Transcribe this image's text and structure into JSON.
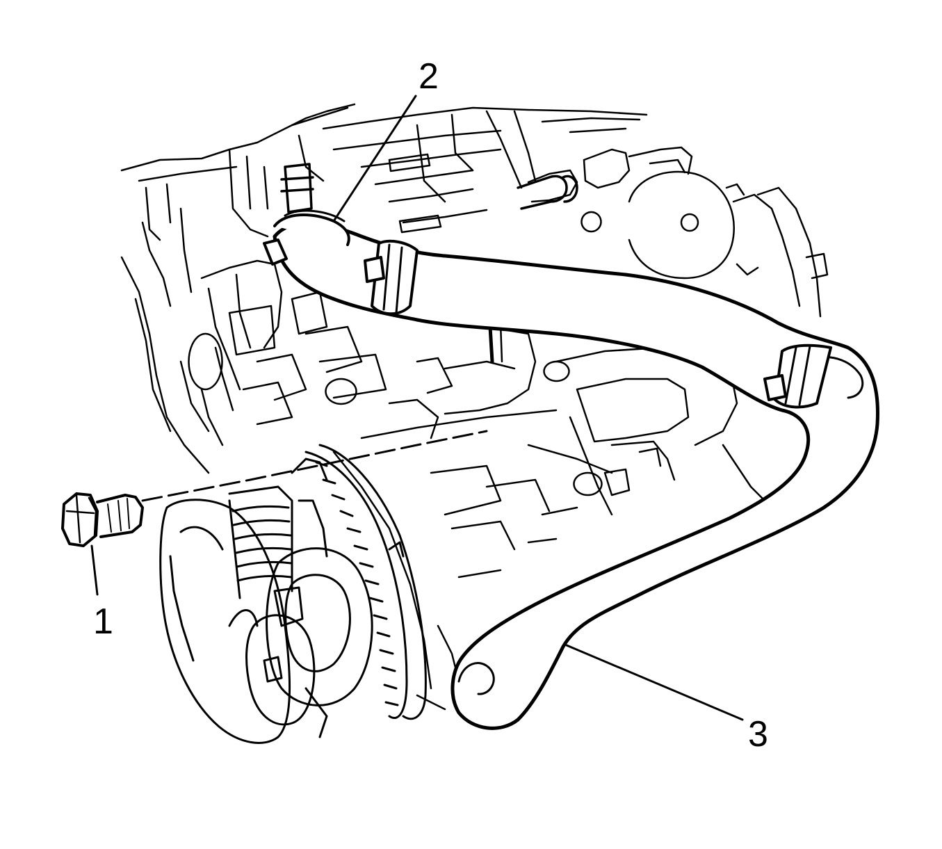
{
  "diagram": {
    "colors": {
      "line": "#000000",
      "background": "#ffffff"
    },
    "callouts": [
      {
        "id": "1",
        "label": "1",
        "part": "bolt"
      },
      {
        "id": "2",
        "label": "2",
        "part": "hose-clamp"
      },
      {
        "id": "3",
        "label": "3",
        "part": "coolant-hose"
      }
    ]
  }
}
